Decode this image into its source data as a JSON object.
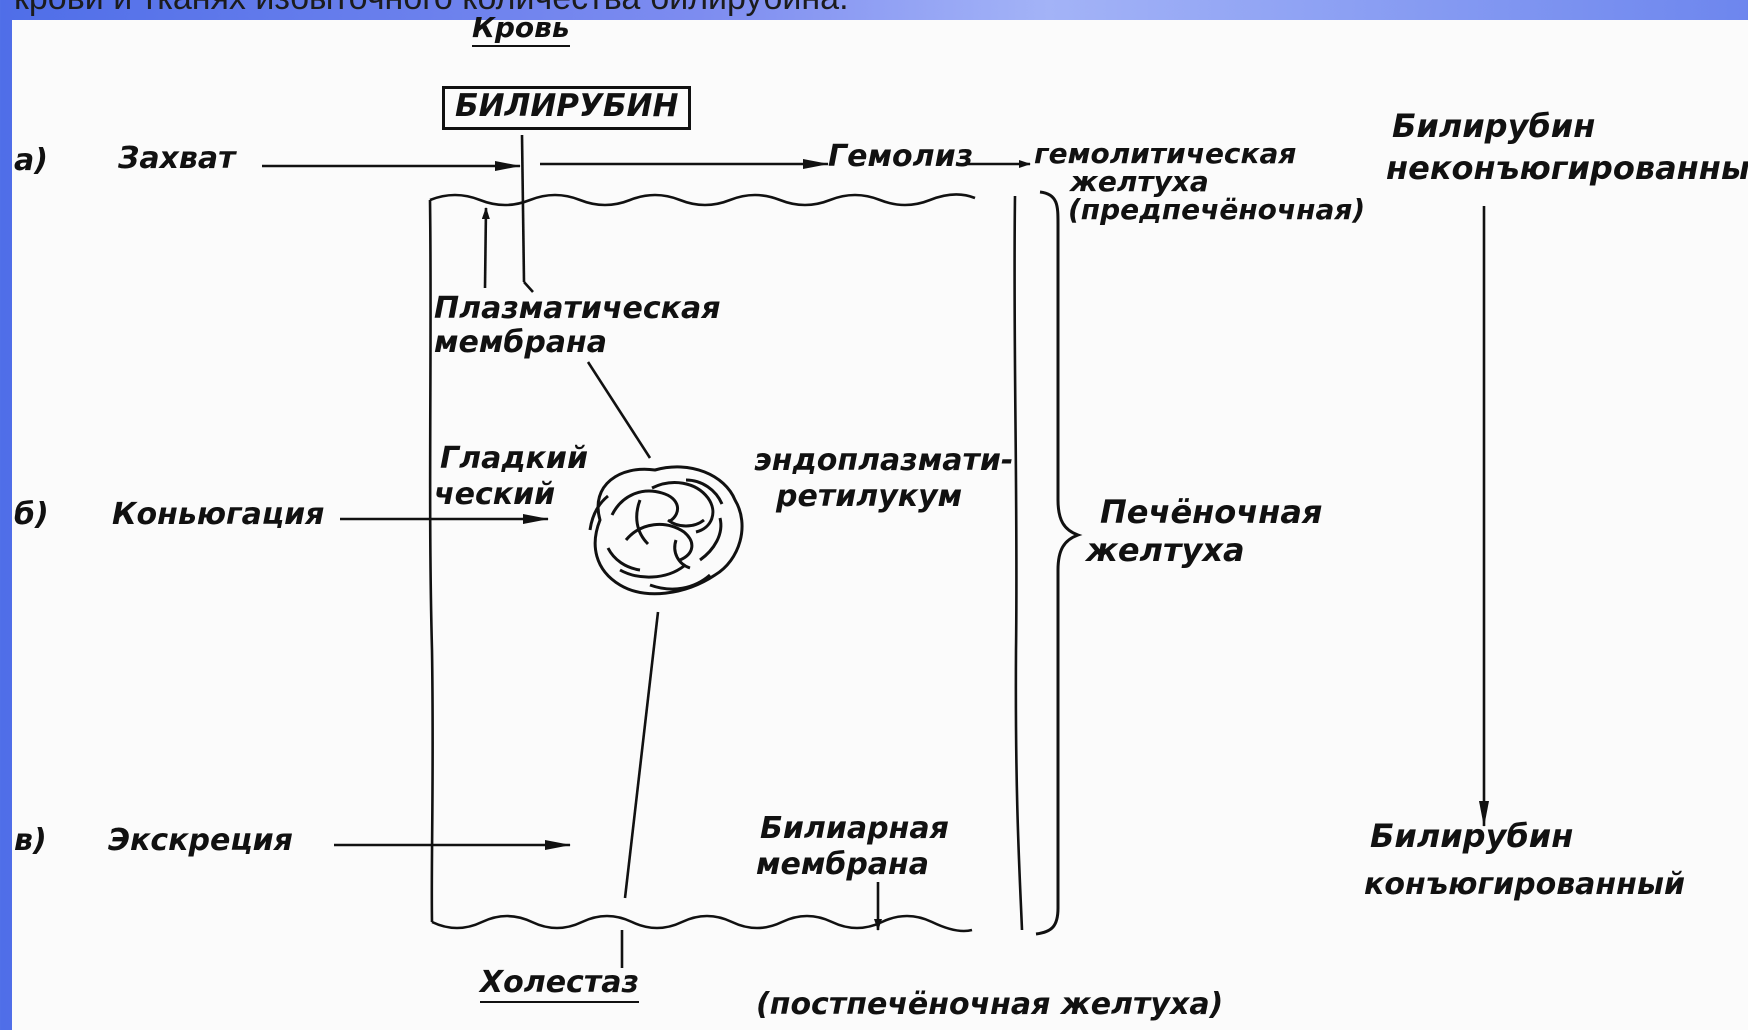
{
  "top_caption": "крови и тканях избыточного количества билирубина.",
  "blood": "Кровь",
  "bilirubin_box": "БИЛИРУБИН",
  "stages": {
    "a_letter": "а)",
    "a_label": "Захват",
    "b_letter": "б)",
    "b_label": "Коньюгация",
    "v_letter": "в)",
    "v_label": "Экскреция"
  },
  "hemolysis": "Гемолиз",
  "hemolytic_jaundice": [
    "гемолитическая",
    "желтуха",
    "(предпечёночная)"
  ],
  "plasma_membrane": [
    "Плазматическая",
    "мембрана"
  ],
  "smooth_er_left": [
    "Гладкий",
    "ческий"
  ],
  "smooth_er_right": [
    "эндоплазмати-",
    "ретилукум"
  ],
  "hepatic_jaundice": [
    "Печёночная",
    "желтуха"
  ],
  "biliary_membrane": [
    "Билиарная",
    "мембрана"
  ],
  "cholestasis": "Холестаз",
  "posthepatic": "(постпечёночная  желтуха)",
  "unconjugated": [
    "Билирубин",
    "неконъюгированный"
  ],
  "conjugated": [
    "Билирубин",
    "конъюгированный"
  ]
}
